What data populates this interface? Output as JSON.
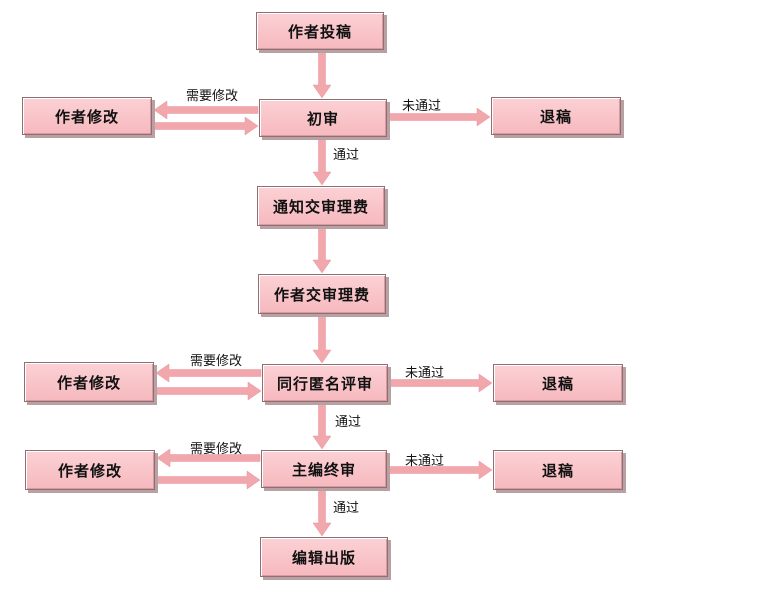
{
  "colors": {
    "node_fill": "#f6b9be",
    "node_border": "#8f6f72",
    "arrow": "#f2a7ad",
    "text": "#111111"
  },
  "nodes": {
    "submit": "作者投稿",
    "initial_review": "初审",
    "revise_1": "作者修改",
    "reject_1": "退稿",
    "notify_fee": "通知交审理费",
    "pay_fee": "作者交审理费",
    "peer_review": "同行匿名评审",
    "revise_2": "作者修改",
    "reject_2": "退稿",
    "editor_review": "主编终审",
    "revise_3": "作者修改",
    "reject_3": "退稿",
    "publish": "编辑出版"
  },
  "edge_labels": {
    "need_revision": "需要修改",
    "not_passed": "未通过",
    "passed": "通过"
  }
}
